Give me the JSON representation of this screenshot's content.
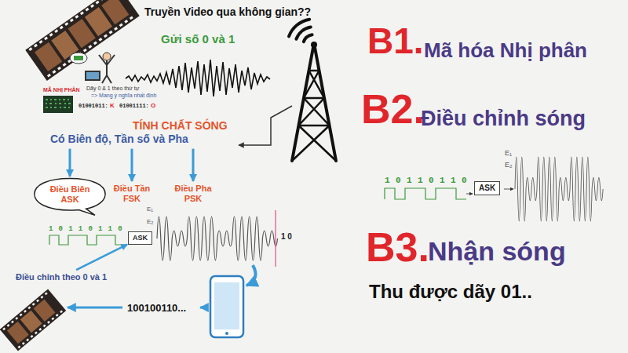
{
  "diagram": {
    "title": "Truyền Video qua không gian??",
    "nodes": [
      {
        "text": [
          "TÍNH CHẤT SÓNG",
          "Có Biên độ, Tần số và Pha"
        ]
      },
      {
        "text": [
          "Điều Biên ASK"
        ]
      },
      {
        "text": [
          "Điều Tần FSK"
        ]
      },
      {
        "text": [
          "Điều Pha PSK"
        ]
      },
      {
        "text": [
          "ASK"
        ]
      },
      {
        "text": [
          "Điều chỉnh theo 0 và 1"
        ]
      },
      {
        "text": [
          "100100110..."
        ]
      },
      {
        "text": [
          "ASK"
        ]
      }
    ],
    "edges": [
      {
        "from": 0,
        "to": 1,
        "arrow": "to"
      },
      {
        "from": 0,
        "to": 2,
        "arrow": "to"
      },
      {
        "from": 0,
        "to": 3,
        "arrow": "to"
      },
      {
        "from": 5,
        "to": 4,
        "arrow": "to"
      }
    ],
    "labels": [
      "MÃ NHỊ PHÂN",
      "Dãy 0 & 1 theo thứ tự",
      "=> Mang ý nghĩa nhất định",
      "01001011:",
      "K",
      "01001111:",
      "O",
      "Gửi số 0 và 1",
      "1 0 1 1 0 1 1 0",
      "E₁",
      "E₂",
      "1 0",
      "B1.",
      "Mã hóa Nhị phân",
      "B2.",
      "Điều chỉnh sóng",
      "1 0 1 1 0 1 1 0",
      "E₁",
      "E₂",
      "B3.",
      "Nhận sóng",
      "Thu được dãy 01.."
    ]
  }
}
